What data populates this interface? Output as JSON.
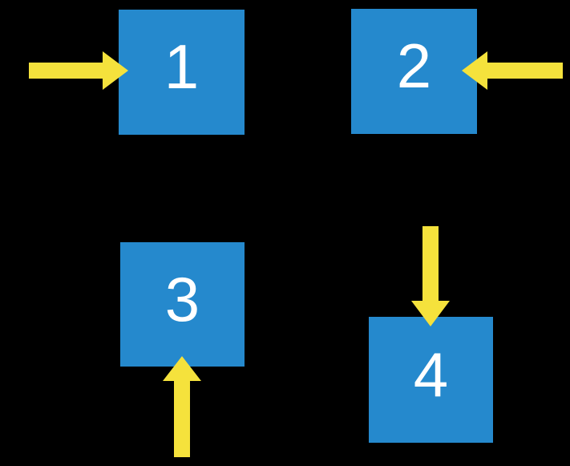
{
  "theme": {
    "background": "#000000",
    "box_fill": "#2589CD",
    "arrow_fill": "#F5E23C",
    "label_color": "#FFFFFF"
  },
  "diagram": {
    "description": "Four numbered blue squares, each with a yellow arrow pointing into it from a different side",
    "boxes": [
      {
        "label": "1",
        "arrow_direction": "right",
        "arrow_enters_side": "left"
      },
      {
        "label": "2",
        "arrow_direction": "left",
        "arrow_enters_side": "right"
      },
      {
        "label": "3",
        "arrow_direction": "up",
        "arrow_enters_side": "bottom"
      },
      {
        "label": "4",
        "arrow_direction": "down",
        "arrow_enters_side": "top"
      }
    ]
  }
}
